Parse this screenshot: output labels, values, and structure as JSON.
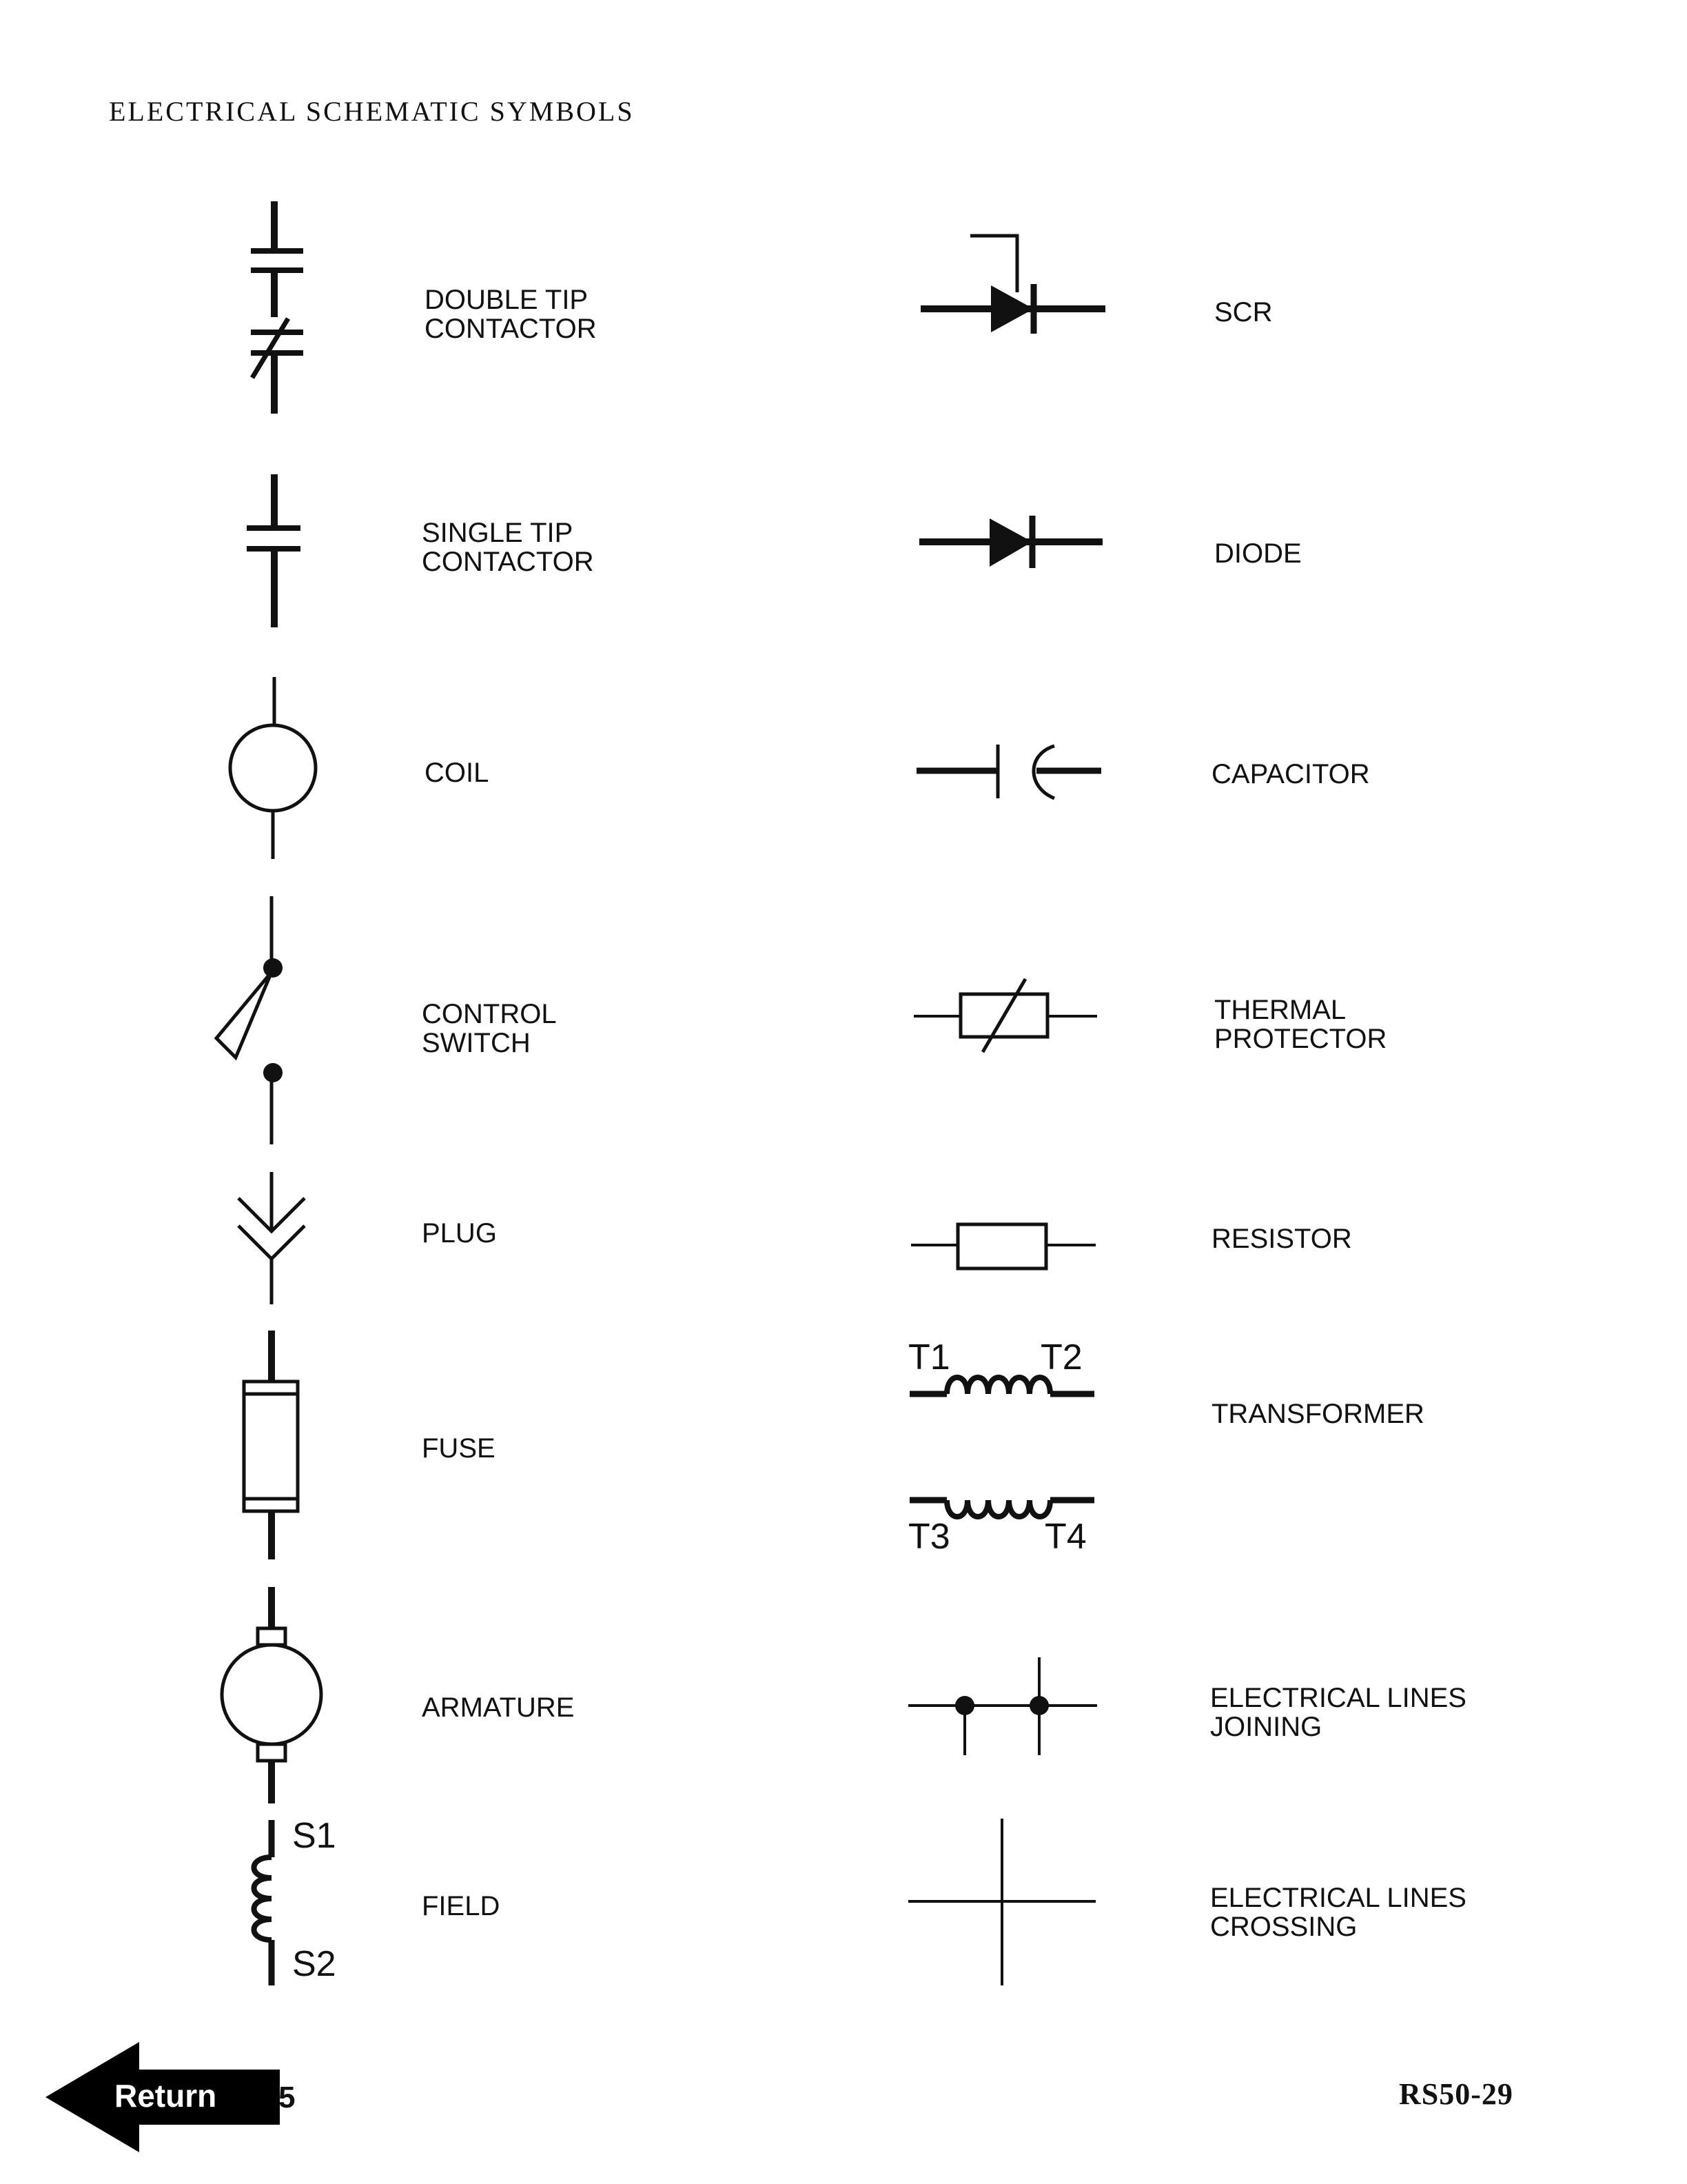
{
  "page": {
    "title": "ELECTRICAL SCHEMATIC SYMBOLS"
  },
  "left_symbols": [
    {
      "id": "double-tip-contactor",
      "label": "DOUBLE TIP\nCONTACTOR",
      "icon": "double-tip-contactor-icon"
    },
    {
      "id": "single-tip-contactor",
      "label": "SINGLE TIP\nCONTACTOR",
      "icon": "single-tip-contactor-icon"
    },
    {
      "id": "coil",
      "label": "COIL",
      "icon": "coil-icon"
    },
    {
      "id": "control-switch",
      "label": "CONTROL\nSWITCH",
      "icon": "control-switch-icon"
    },
    {
      "id": "plug",
      "label": "PLUG",
      "icon": "plug-icon"
    },
    {
      "id": "fuse",
      "label": "FUSE",
      "icon": "fuse-icon"
    },
    {
      "id": "armature",
      "label": "ARMATURE",
      "icon": "armature-icon"
    },
    {
      "id": "field",
      "label": "FIELD",
      "icon": "field-icon",
      "terminals": [
        "S1",
        "S2"
      ]
    }
  ],
  "right_symbols": [
    {
      "id": "scr",
      "label": "SCR",
      "icon": "scr-icon"
    },
    {
      "id": "diode",
      "label": "DIODE",
      "icon": "diode-icon"
    },
    {
      "id": "capacitor",
      "label": "CAPACITOR",
      "icon": "capacitor-icon"
    },
    {
      "id": "thermal-protector",
      "label": "THERMAL\nPROTECTOR",
      "icon": "thermal-protector-icon"
    },
    {
      "id": "resistor",
      "label": "RESISTOR",
      "icon": "resistor-icon"
    },
    {
      "id": "transformer",
      "label": "TRANSFORMER",
      "icon": "transformer-icon",
      "terminals": [
        "T1",
        "T2",
        "T3",
        "T4"
      ]
    },
    {
      "id": "electrical-lines-joining",
      "label": "ELECTRICAL LINES\nJOINING",
      "icon": "lines-joining-icon"
    },
    {
      "id": "electrical-lines-crossing",
      "label": "ELECTRICAL LINES\nCROSSING",
      "icon": "lines-crossing-icon"
    }
  ],
  "footer": {
    "return_label": "Return",
    "return_icon": "left-arrow-icon",
    "page_number": "5",
    "doc_code": "RS50-29"
  },
  "colors": {
    "ink": "#111111",
    "background": "#ffffff"
  }
}
